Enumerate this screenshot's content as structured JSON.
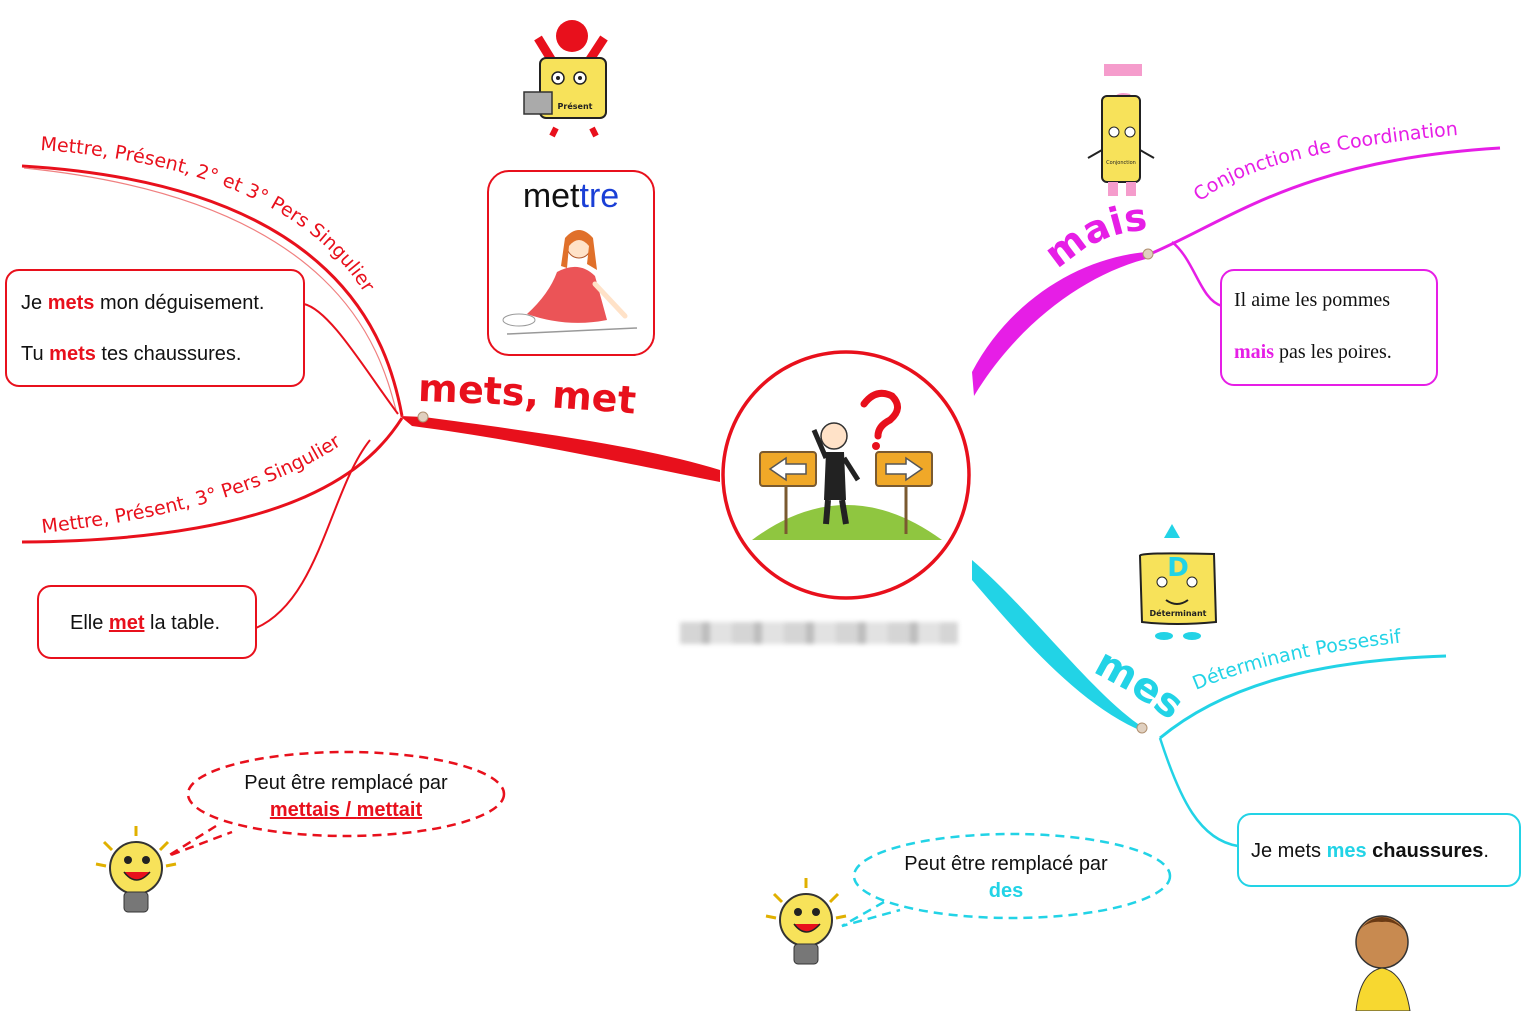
{
  "center": {
    "icon": "crossroads-man-icon"
  },
  "branches": {
    "mets": {
      "title": "mets, met",
      "color": "#e8101c",
      "sub_upper": "Mettre, Présent, 2° et 3° Pers Singulier",
      "sub_lower": "Mettre, Présent, 3° Pers Singulier",
      "ex1": {
        "pre": "Je ",
        "hl": "mets",
        "post": " mon déguisement."
      },
      "ex2": {
        "pre": "Tu ",
        "hl": "mets",
        "post": " tes chaussures."
      },
      "ex3": {
        "pre": "Elle ",
        "hl": "met",
        "post": " la table."
      },
      "verb_card": {
        "part1": "met",
        "part2": "tre",
        "illustration": "girl-setting-table-icon"
      },
      "character": {
        "label": "Présent",
        "icon": "verb-present-character-icon"
      },
      "tip": {
        "line1": "Peut être remplacé par",
        "hl1": "mettais",
        "sep": " / ",
        "hl2": "mettait"
      }
    },
    "mais": {
      "title": "mais",
      "color": "#e61ee6",
      "sub": "Conjonction de Coordination",
      "ex_line1": "Il aime les pommes",
      "ex_hl": "mais",
      "ex_post": " pas les poires.",
      "character": {
        "label": "Conjonction",
        "icon": "conjunction-character-icon"
      }
    },
    "mes": {
      "title": "mes",
      "color": "#22d3e6",
      "sub": "Déterminant Possessif",
      "ex": {
        "pre": "Je mets ",
        "hl": "mes",
        "post1": " ",
        "bold": "chaussures",
        "post2": "."
      },
      "character": {
        "label": "Déterminant",
        "icon": "determiner-character-icon"
      },
      "tip": {
        "line1": "Peut être remplacé par",
        "hl": "des"
      },
      "boy_icon": "boy-tying-shoes-icon"
    }
  }
}
